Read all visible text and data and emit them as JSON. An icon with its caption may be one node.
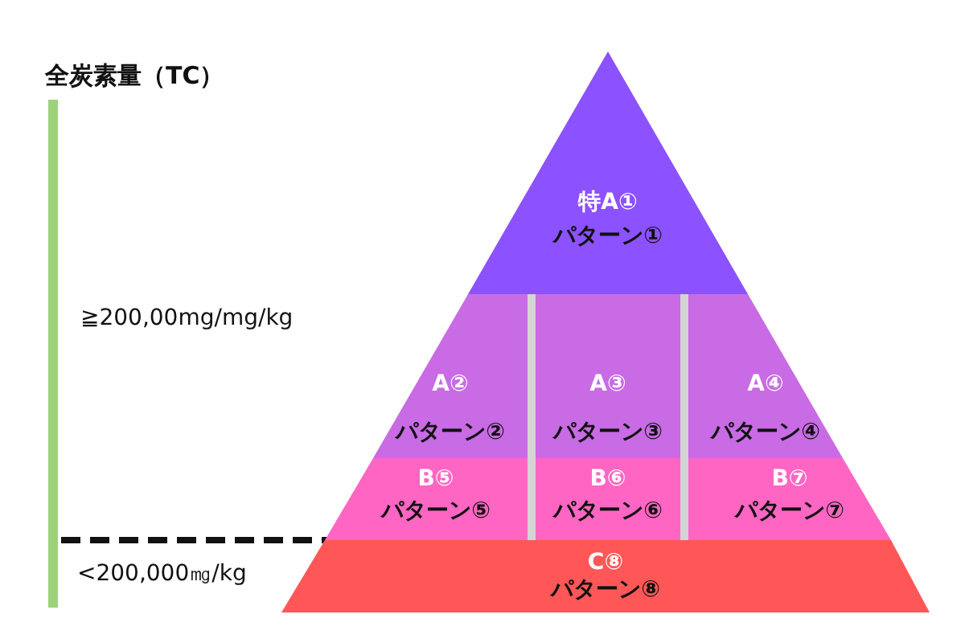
{
  "diagram": {
    "title": "全炭素量（TC）",
    "nodes": [
      {
        "text": [
          "特A①",
          "パターン①"
        ]
      },
      {
        "text": [
          "A②",
          "パターン②"
        ]
      },
      {
        "text": [
          "A③",
          "パターン③"
        ]
      },
      {
        "text": [
          "A④",
          "パターン④"
        ]
      },
      {
        "text": [
          "B⑤",
          "パターン⑤"
        ]
      },
      {
        "text": [
          "B⑥",
          "パターン⑥"
        ]
      },
      {
        "text": [
          "B⑦",
          "パターン⑦"
        ]
      },
      {
        "text": [
          "C⑧",
          "パターン⑧"
        ]
      }
    ],
    "labels": [
      "≧200,00mg/mg/kg",
      "<200,000㎎/kg"
    ]
  }
}
